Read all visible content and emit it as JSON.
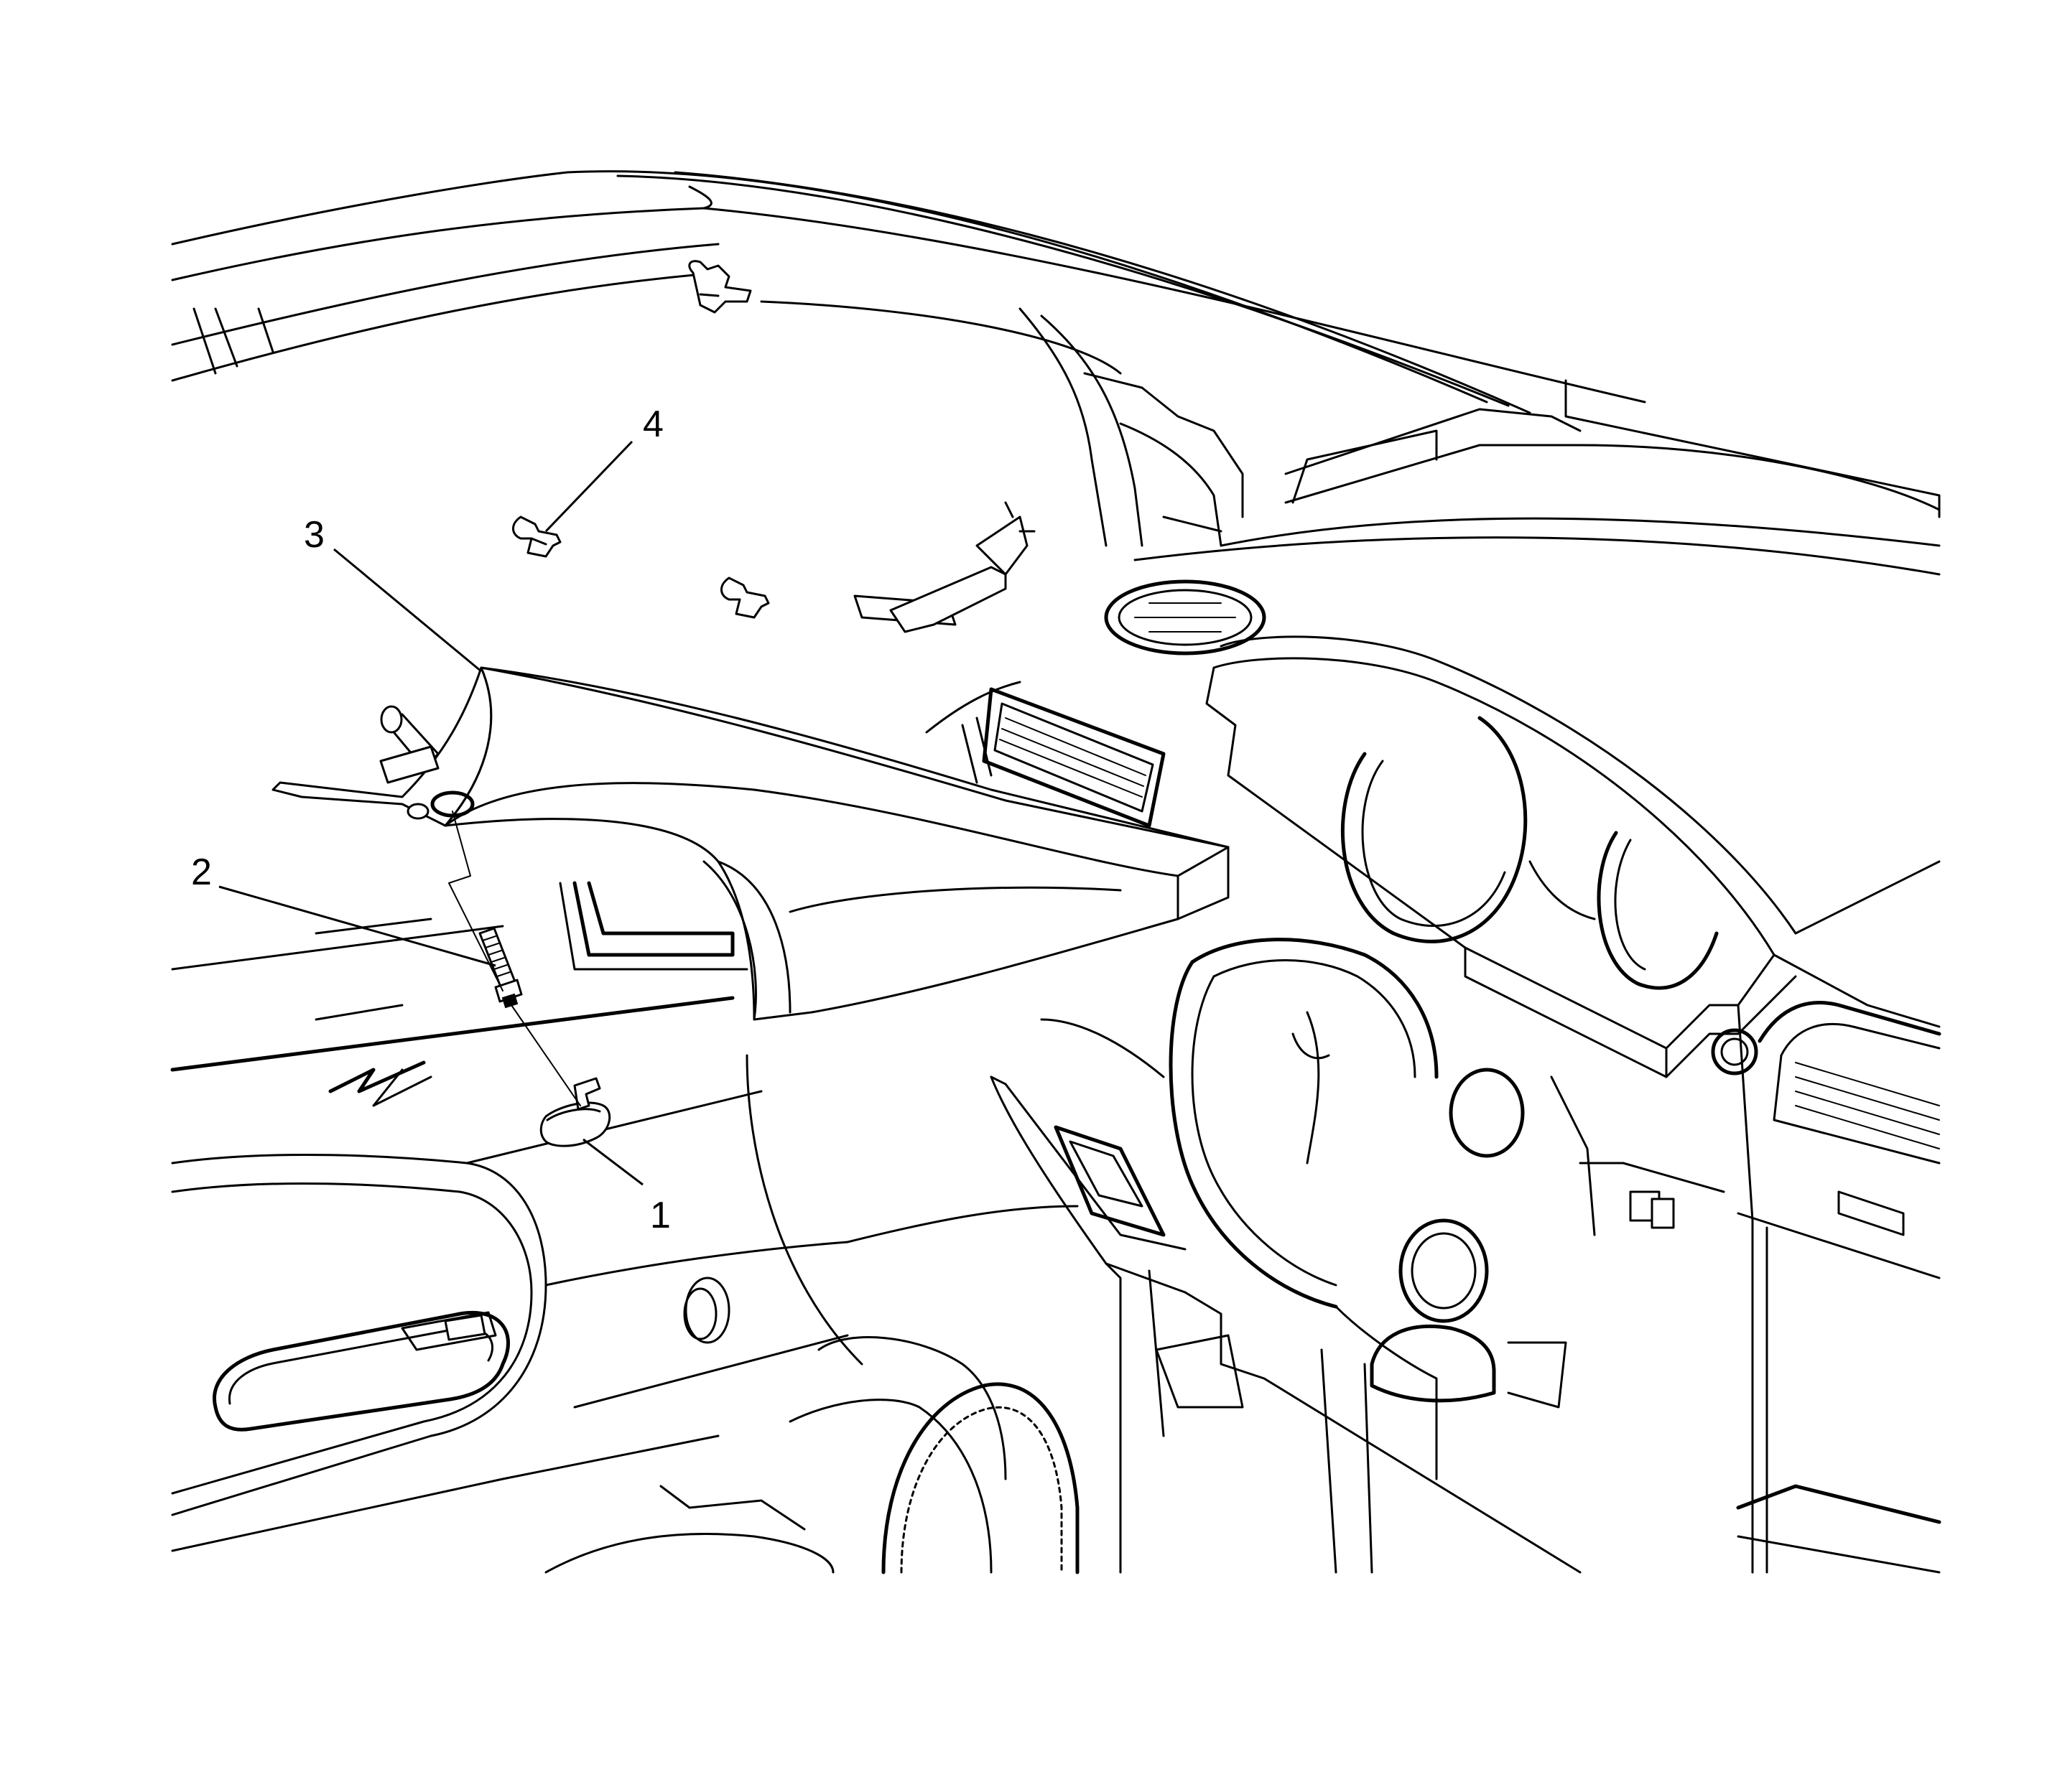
{
  "callouts": [
    {
      "id": "1",
      "label": "1",
      "part": "fastener-cover"
    },
    {
      "id": "2",
      "label": "2",
      "part": "bolt"
    },
    {
      "id": "3",
      "label": "3",
      "part": "trim-panel"
    },
    {
      "id": "4",
      "label": "4",
      "part": "retainer-clip"
    }
  ]
}
